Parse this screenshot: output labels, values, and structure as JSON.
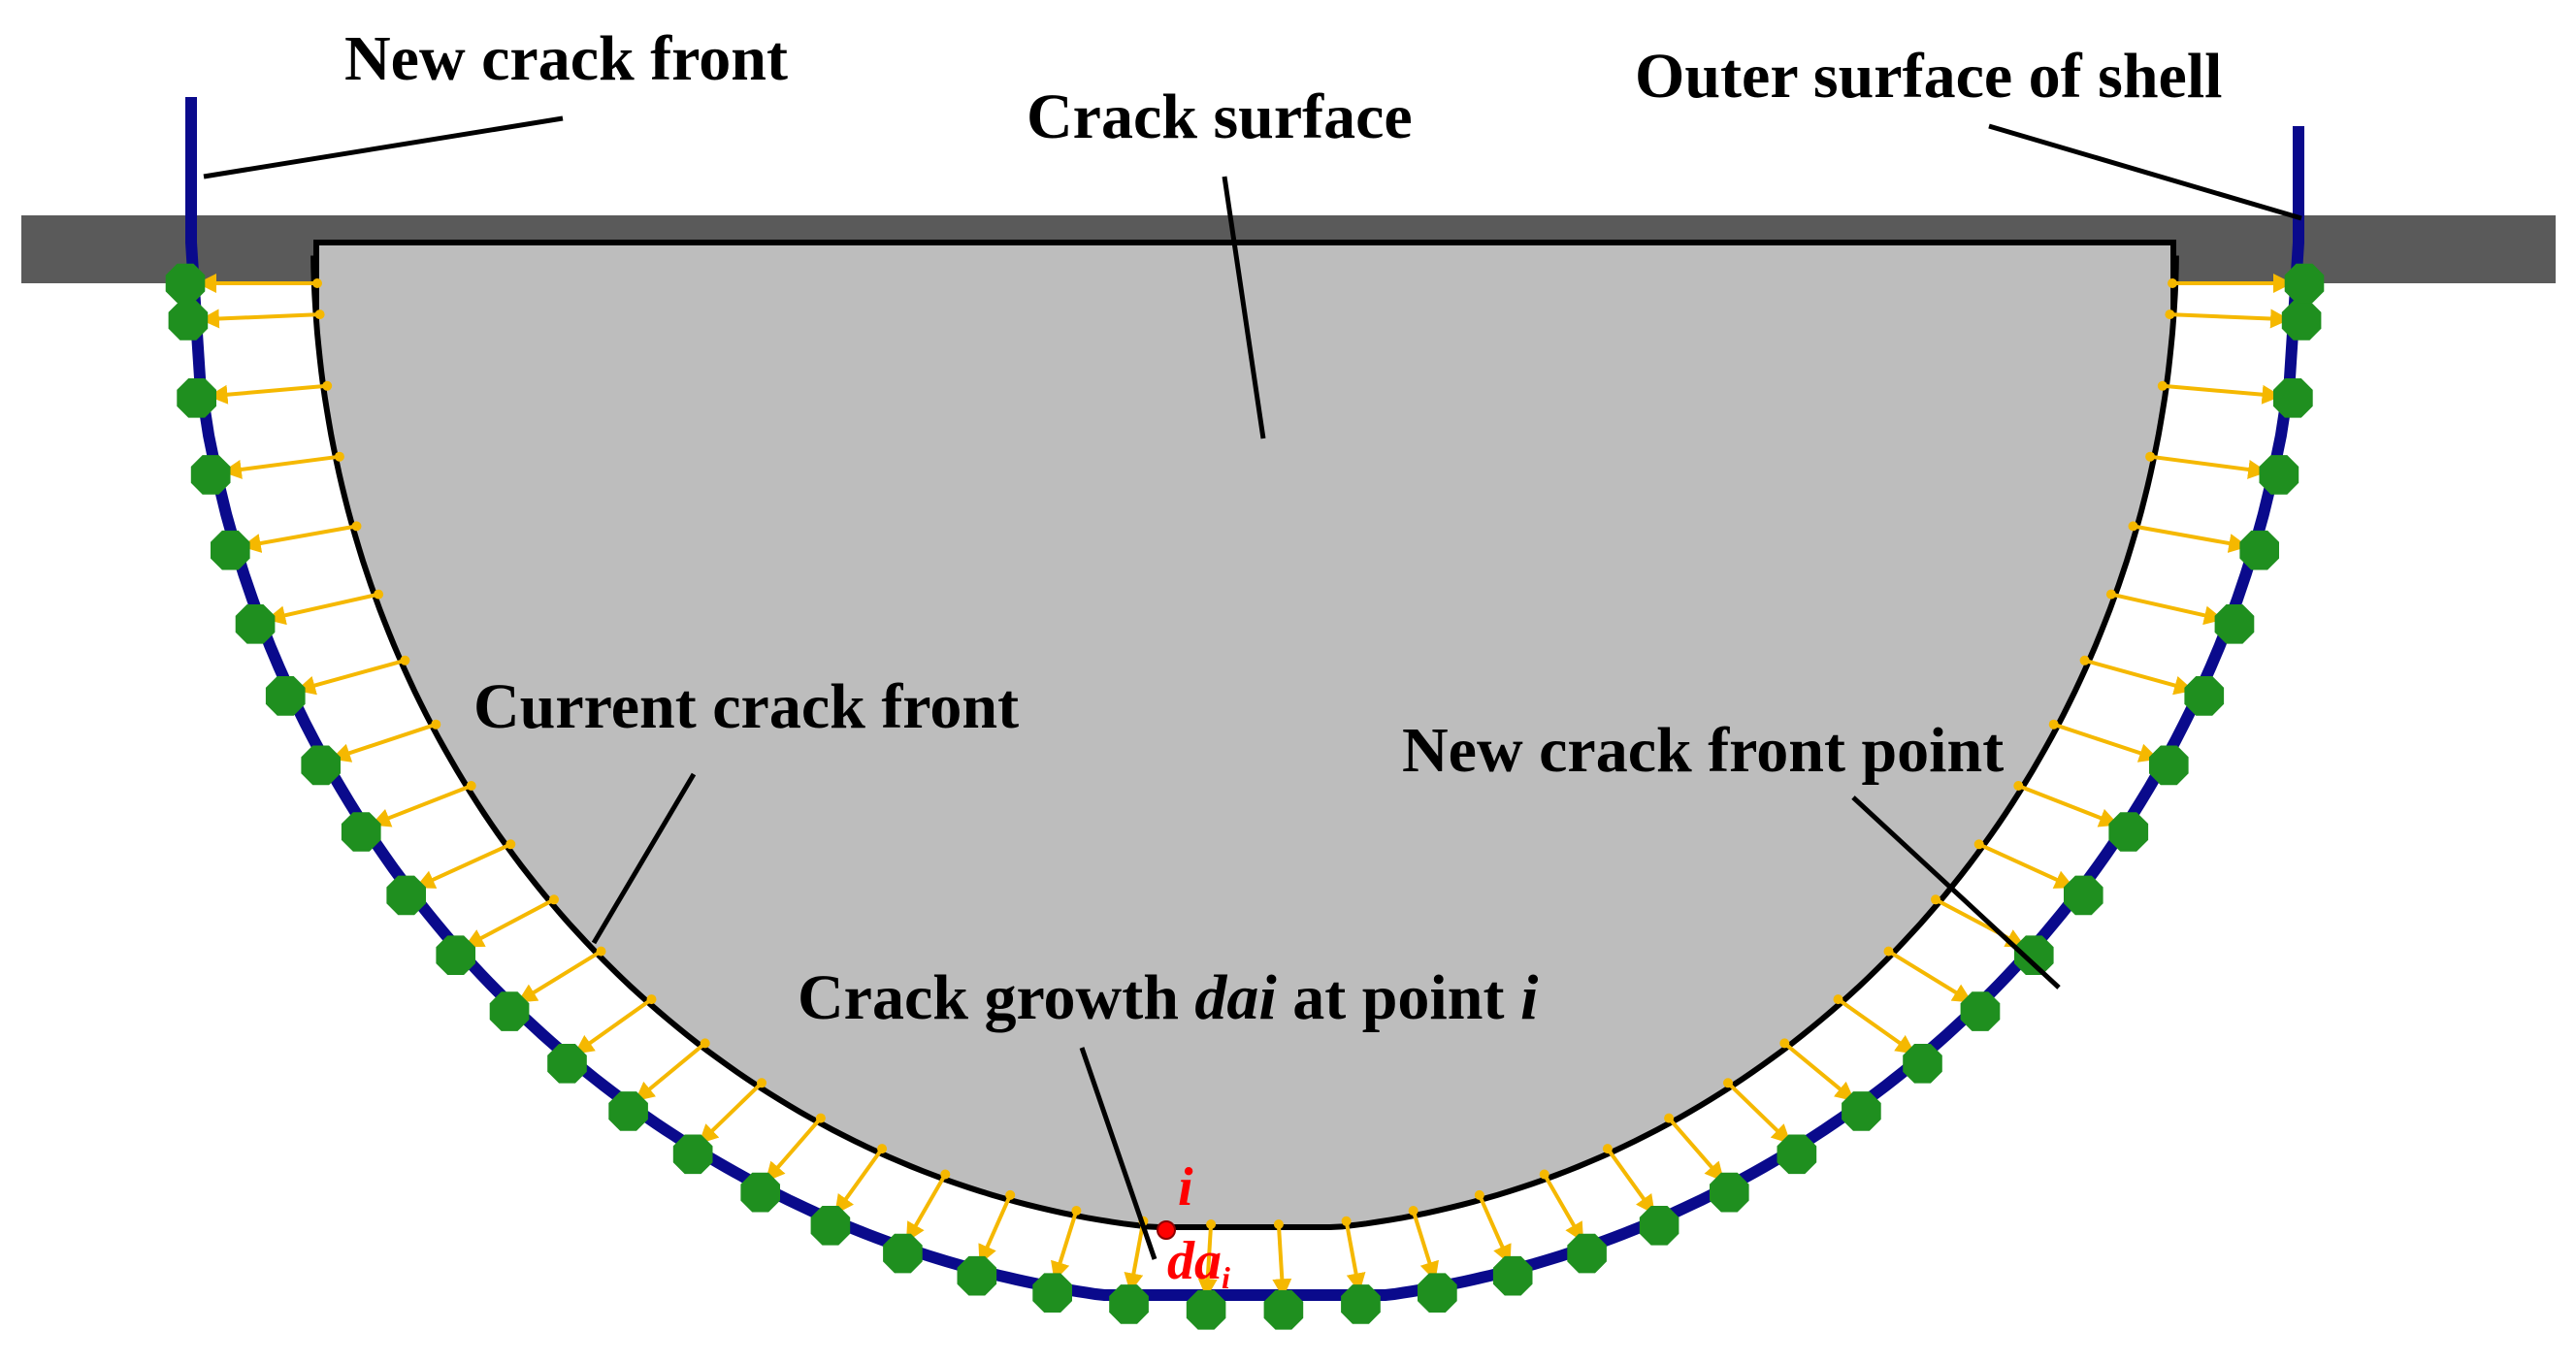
{
  "labels": {
    "new_crack_front": "New crack front",
    "crack_surface": "Crack surface",
    "outer_surface": "Outer surface of shell",
    "current_crack_front": "Current crack front",
    "new_crack_front_point": "New crack front point",
    "crack_growth_prefix": "Crack growth ",
    "crack_growth_var": "dai",
    "crack_growth_mid": " at point ",
    "crack_growth_point": "i",
    "point_i": "i",
    "da_main": "da",
    "da_sub": "i"
  },
  "colors": {
    "shell": "#5a5a5a",
    "crack_surface": "#bdbdbd",
    "current_front": "#000000",
    "new_front": "#0a0a8c",
    "growth_arrow": "#f5b800",
    "new_point": "#1f8f1f",
    "point_i": "#ff0000"
  },
  "icons": {
    "growth_vector": "arrow-icon",
    "new_point_marker": "green-octagon-marker-icon",
    "current_point_marker": "red-dot-icon"
  }
}
